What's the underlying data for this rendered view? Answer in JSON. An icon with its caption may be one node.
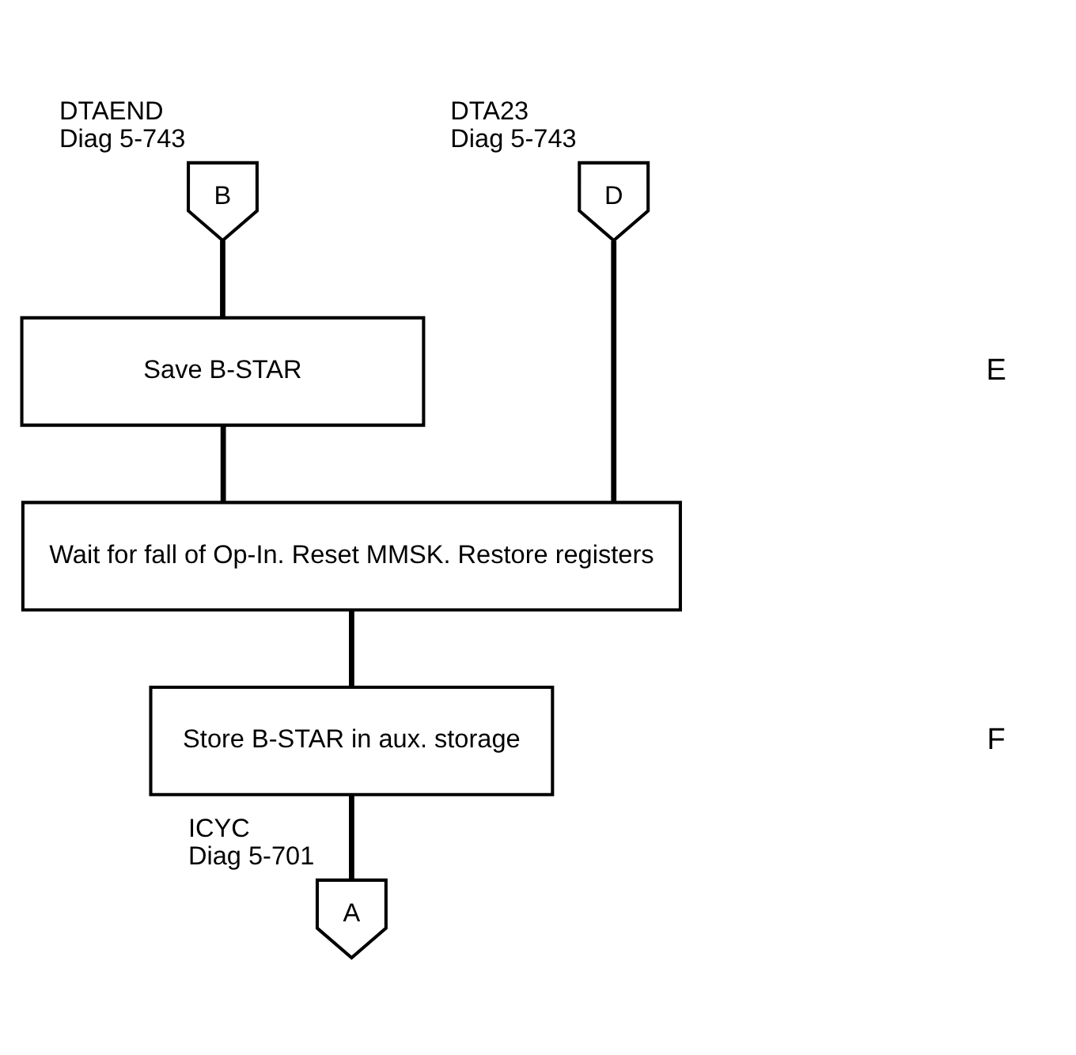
{
  "diagram": {
    "nodes": [
      {
        "text": [
          "B"
        ],
        "beside": [
          "DTAEND",
          "Diag 5-743"
        ]
      },
      {
        "text": [
          "D"
        ],
        "beside": [
          "DTA23",
          "Diag 5-743"
        ]
      },
      {
        "text": [
          "Save B-STAR"
        ]
      },
      {
        "text": [
          "Wait for fall of Op-In. Reset MMSK. Restore registers"
        ]
      },
      {
        "text": [
          "Store B-STAR in aux. storage"
        ]
      },
      {
        "text": [
          "A"
        ],
        "beside": [
          "ICYC",
          "Diag 5-701"
        ]
      }
    ],
    "edges": [
      {
        "from": 0,
        "to": 2,
        "arrow": "none"
      },
      {
        "from": 1,
        "to": 3,
        "arrow": "none"
      },
      {
        "from": 2,
        "to": 3,
        "arrow": "none"
      },
      {
        "from": 3,
        "to": 4,
        "arrow": "none"
      },
      {
        "from": 4,
        "to": 5,
        "arrow": "none"
      }
    ],
    "labels": [
      "E",
      "F"
    ]
  }
}
